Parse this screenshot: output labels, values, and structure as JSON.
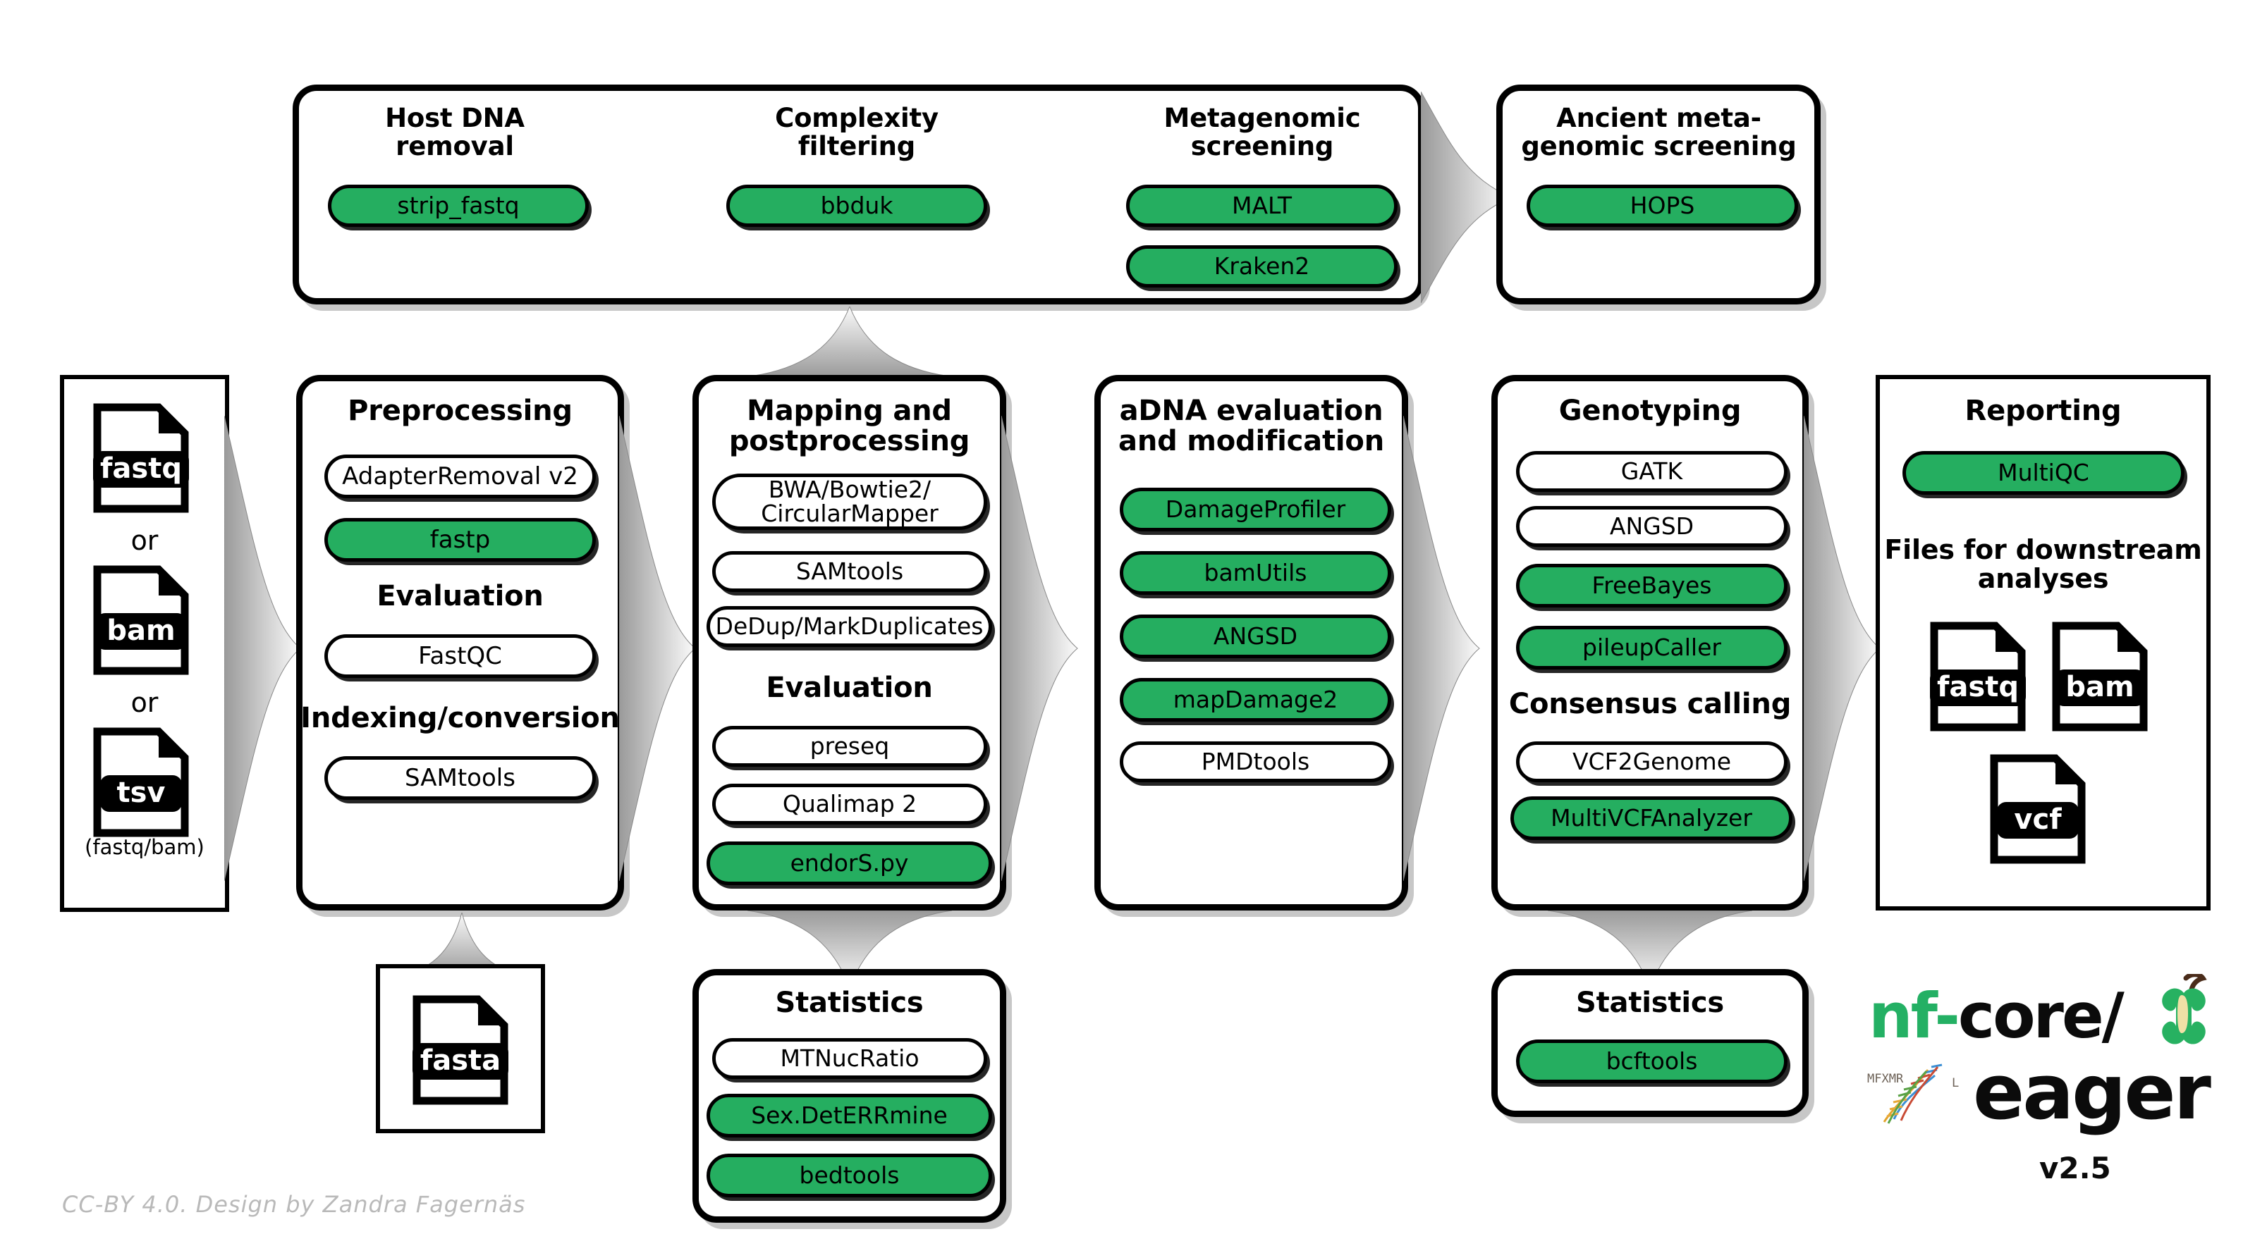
{
  "diagram": {
    "title": "nf-core/eager pipeline overview",
    "accent_green": "#25AE60",
    "credit": "CC-BY 4.0. Design by Zandra Fagernäs"
  },
  "logo": {
    "prefix": "nf-",
    "core": "core/",
    "name": "eager",
    "version": "v2.5",
    "apple_icon": "apple-core-icon",
    "dna_icon": "dna-helix-icon"
  },
  "input": {
    "files": [
      {
        "label": "fastq",
        "icon": "fastq-file-icon"
      },
      {
        "label": "bam",
        "icon": "bam-file-icon"
      },
      {
        "label": "tsv",
        "icon": "tsv-file-icon"
      }
    ],
    "or_1": "or",
    "or_2": "or",
    "note": "(fastq/bam)"
  },
  "reference": {
    "file": {
      "label": "fasta",
      "icon": "fasta-file-icon"
    }
  },
  "screening_bar": {
    "groups": [
      {
        "title": "Host DNA\nremoval",
        "tools": [
          {
            "label": "strip_fastq",
            "green": true
          }
        ]
      },
      {
        "title": "Complexity\nfiltering",
        "tools": [
          {
            "label": "bbduk",
            "green": true
          }
        ]
      },
      {
        "title": "Metagenomic\nscreening",
        "tools": [
          {
            "label": "MALT",
            "green": true
          },
          {
            "label": "Kraken2",
            "green": true
          }
        ]
      }
    ]
  },
  "ancient_screening": {
    "title": "Ancient meta-\ngenomic screening",
    "tools": [
      {
        "label": "HOPS",
        "green": true
      }
    ]
  },
  "columns": [
    {
      "key": "preprocessing",
      "title": "Preprocessing",
      "items": [
        {
          "type": "tool",
          "label": "AdapterRemoval v2",
          "green": false
        },
        {
          "type": "tool",
          "label": "fastp",
          "green": true
        },
        {
          "type": "heading",
          "label": "Evaluation"
        },
        {
          "type": "tool",
          "label": "FastQC",
          "green": false
        },
        {
          "type": "heading",
          "label": "Indexing/conversion"
        },
        {
          "type": "tool",
          "label": "SAMtools",
          "green": false
        }
      ]
    },
    {
      "key": "mapping",
      "title": "Mapping and\npostprocessing",
      "items": [
        {
          "type": "tool",
          "label": "BWA/Bowtie2/\nCircularMapper",
          "green": false
        },
        {
          "type": "tool",
          "label": "SAMtools",
          "green": false
        },
        {
          "type": "tool",
          "label": "DeDup/MarkDuplicates",
          "green": false
        },
        {
          "type": "heading",
          "label": "Evaluation"
        },
        {
          "type": "tool",
          "label": "preseq",
          "green": false
        },
        {
          "type": "tool",
          "label": "Qualimap 2",
          "green": false
        },
        {
          "type": "tool",
          "label": "endorS.py",
          "green": true
        }
      ]
    },
    {
      "key": "adna",
      "title": "aDNA evaluation\nand modification",
      "items": [
        {
          "type": "tool",
          "label": "DamageProfiler",
          "green": true
        },
        {
          "type": "tool",
          "label": "bamUtils",
          "green": true
        },
        {
          "type": "tool",
          "label": "ANGSD",
          "green": true
        },
        {
          "type": "tool",
          "label": "mapDamage2",
          "green": true
        },
        {
          "type": "tool",
          "label": "PMDtools",
          "green": false
        }
      ]
    },
    {
      "key": "genotyping",
      "title": "Genotyping",
      "items": [
        {
          "type": "tool",
          "label": "GATK",
          "green": false
        },
        {
          "type": "tool",
          "label": "ANGSD",
          "green": false
        },
        {
          "type": "tool",
          "label": "FreeBayes",
          "green": true
        },
        {
          "type": "tool",
          "label": "pileupCaller",
          "green": true
        },
        {
          "type": "heading",
          "label": "Consensus calling"
        },
        {
          "type": "tool",
          "label": "VCF2Genome",
          "green": false
        },
        {
          "type": "tool",
          "label": "MultiVCFAnalyzer",
          "green": true
        }
      ]
    }
  ],
  "reporting": {
    "title": "Reporting",
    "tool": {
      "label": "MultiQC",
      "green": true
    },
    "downstream_title": "Files for downstream\nanalyses",
    "files": [
      {
        "label": "fastq",
        "icon": "fastq-file-icon"
      },
      {
        "label": "bam",
        "icon": "bam-file-icon"
      },
      {
        "label": "vcf",
        "icon": "vcf-file-icon"
      }
    ]
  },
  "stats_mapping": {
    "title": "Statistics",
    "tools": [
      {
        "label": "MTNucRatio",
        "green": false
      },
      {
        "label": "Sex.DetERRmine",
        "green": true
      },
      {
        "label": "bedtools",
        "green": true
      }
    ]
  },
  "stats_genotyping": {
    "title": "Statistics",
    "tools": [
      {
        "label": "bcftools",
        "green": true
      }
    ]
  }
}
